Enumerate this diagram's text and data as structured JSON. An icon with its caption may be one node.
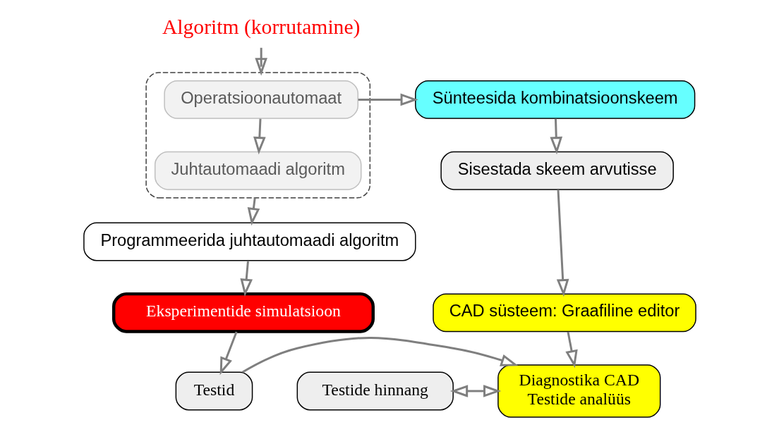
{
  "diagram": {
    "nodes": [
      {
        "text": [
          "Algoritm (korrutamine)"
        ]
      },
      {
        "text": [
          "Sünteesida kombinatsioonskeem"
        ]
      },
      {
        "text": [],
        "shape": "box"
      },
      {
        "text": [
          "Operatsioonautomaat"
        ],
        "in": 2
      },
      {
        "text": [
          "Juhtautomaadi algoritm"
        ],
        "in": 2
      },
      {
        "text": [
          "Sisestada skeem arvutisse"
        ]
      },
      {
        "text": [
          "CAD süsteem: Graafiline editor"
        ]
      },
      {
        "text": [
          "Programmeerida juhtautomaadi algoritm"
        ]
      },
      {
        "text": [
          "Eksperimentide simulatsioon"
        ]
      },
      {
        "text": [
          "Testide hinnang"
        ]
      },
      {
        "text": [
          "Diagnostika CAD",
          "Testide analüüs"
        ]
      },
      {
        "text": [
          "Testid"
        ]
      }
    ],
    "edges": [
      {
        "from": 0,
        "to": 2,
        "arrow": "to"
      },
      {
        "from": 3,
        "to": 1,
        "arrow": "to"
      },
      {
        "from": 3,
        "to": 4,
        "arrow": "to"
      },
      {
        "from": 1,
        "to": 5,
        "arrow": "to"
      },
      {
        "from": 5,
        "to": 6,
        "arrow": "to"
      },
      {
        "from": 6,
        "to": 10,
        "arrow": "to"
      },
      {
        "from": 2,
        "to": 7,
        "arrow": "to"
      },
      {
        "from": 7,
        "to": 8,
        "arrow": "to"
      },
      {
        "from": 8,
        "to": 11,
        "arrow": "to"
      },
      {
        "from": 11,
        "to": 10,
        "arrow": "to"
      },
      {
        "from": 9,
        "to": 10,
        "arrow": "both"
      }
    ]
  }
}
